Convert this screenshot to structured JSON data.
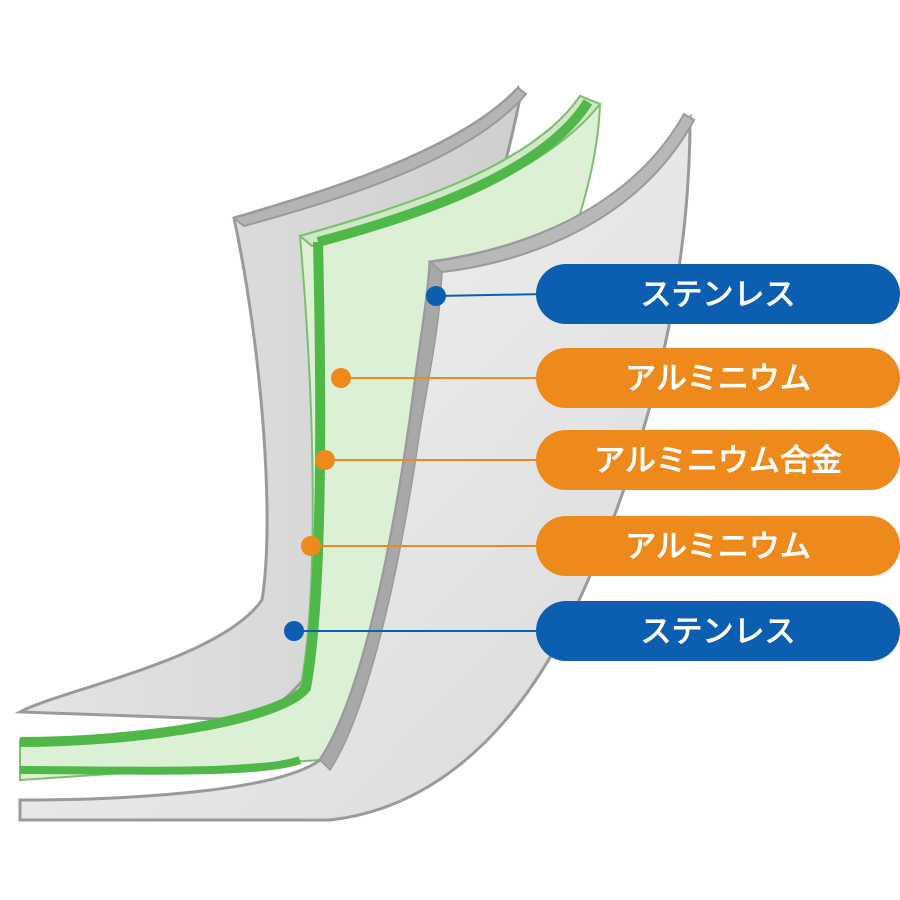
{
  "colors": {
    "stainless": "#0b5eb0",
    "aluminum": "#ee8a1c",
    "alloy_green": "#4fb848",
    "alloy_fill": "#dcf0d6",
    "steel_fill": "#ececec",
    "steel_edge": "#a6a6a6"
  },
  "layers": [
    {
      "label": "ステンレス",
      "color": "stainless"
    },
    {
      "label": "アルミニウム",
      "color": "aluminum"
    },
    {
      "label": "アルミニウム合金",
      "color": "aluminum"
    },
    {
      "label": "アルミニウム",
      "color": "aluminum"
    },
    {
      "label": "ステンレス",
      "color": "stainless"
    }
  ]
}
